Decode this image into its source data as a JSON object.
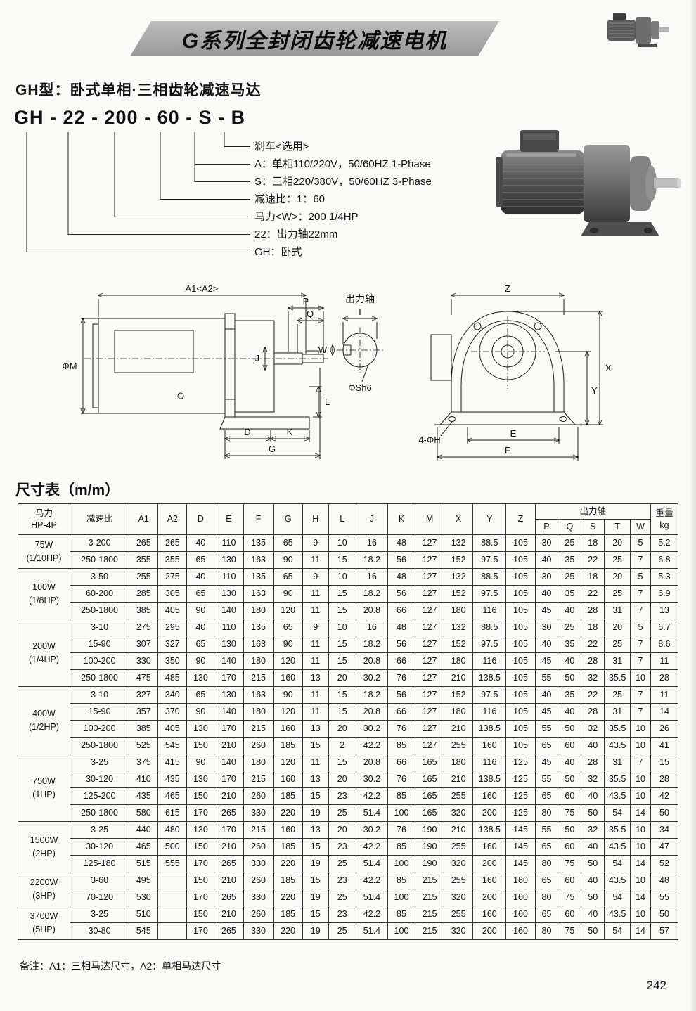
{
  "header": {
    "title": "G系列全封闭齿轮减速电机"
  },
  "intro": {
    "section_title": "GH型：卧式单相·三相齿轮减速马达",
    "model_code": "GH - 22 - 200 - 60 - S - B",
    "legend": [
      "刹车<选用>",
      "A：单相110/220V，50/60HZ 1-Phase",
      "S：三相220/380V，50/60HZ 3-Phase",
      "减速比：1：60",
      "马力<W>：200 1/4HP",
      "22：出力轴22mm",
      "GH：卧式"
    ]
  },
  "drawings": {
    "side": {
      "overall": "A1<A2>",
      "p": "P",
      "q": "Q",
      "j": "J",
      "phi_m": "ΦM",
      "l": "L",
      "d": "D",
      "k": "K",
      "g": "G"
    },
    "shaft": {
      "title": "出力轴",
      "t": "T",
      "w": "W",
      "phi": "ΦSh6"
    },
    "front": {
      "z": "Z",
      "x": "X",
      "y": "Y",
      "e": "E",
      "f": "F",
      "holes": "4-ΦH"
    }
  },
  "table": {
    "title": "尺寸表（m/m）",
    "col_headers": {
      "power_line1": "马力",
      "power_line2": "HP-4P",
      "ratio": "减速比",
      "dims": [
        "A1",
        "A2",
        "D",
        "E",
        "F",
        "G",
        "H",
        "L",
        "J",
        "K",
        "M",
        "X",
        "Y",
        "Z"
      ],
      "shaft_group": "出力轴",
      "shaft_cols": [
        "P",
        "Q",
        "S",
        "T",
        "W"
      ],
      "weight_line1": "重量",
      "weight_line2": "kg"
    },
    "groups": [
      {
        "power": "75W",
        "hp": "(1/10HP)",
        "rows": [
          {
            "ratio": "3-200",
            "cells": [
              265,
              265,
              40,
              110,
              135,
              65,
              9,
              10,
              16,
              48,
              127,
              132,
              88.5,
              105,
              30,
              25,
              18,
              20,
              5,
              5.2
            ]
          },
          {
            "ratio": "250-1800",
            "cells": [
              355,
              355,
              65,
              130,
              163,
              90,
              11,
              15,
              18.2,
              56,
              127,
              152,
              97.5,
              105,
              40,
              35,
              22,
              25,
              7,
              6.8
            ]
          }
        ]
      },
      {
        "power": "100W",
        "hp": "(1/8HP)",
        "rows": [
          {
            "ratio": "3-50",
            "cells": [
              255,
              275,
              40,
              110,
              135,
              65,
              9,
              10,
              16,
              48,
              127,
              132,
              88.5,
              105,
              30,
              25,
              18,
              20,
              5,
              5.3
            ]
          },
          {
            "ratio": "60-200",
            "cells": [
              285,
              305,
              65,
              130,
              163,
              90,
              11,
              15,
              18.2,
              56,
              127,
              152,
              97.5,
              105,
              40,
              35,
              22,
              25,
              7,
              6.9
            ]
          },
          {
            "ratio": "250-1800",
            "cells": [
              385,
              405,
              90,
              140,
              180,
              120,
              11,
              15,
              20.8,
              66,
              127,
              180,
              116,
              105,
              45,
              40,
              28,
              31,
              7,
              13
            ]
          }
        ]
      },
      {
        "power": "200W",
        "hp": "(1/4HP)",
        "rows": [
          {
            "ratio": "3-10",
            "cells": [
              275,
              295,
              40,
              110,
              135,
              65,
              9,
              10,
              16,
              48,
              127,
              132,
              88.5,
              105,
              30,
              25,
              18,
              20,
              5,
              6.7
            ]
          },
          {
            "ratio": "15-90",
            "cells": [
              307,
              327,
              65,
              130,
              163,
              90,
              11,
              15,
              18.2,
              56,
              127,
              152,
              97.5,
              105,
              40,
              35,
              22,
              25,
              7,
              8.6
            ]
          },
          {
            "ratio": "100-200",
            "cells": [
              330,
              350,
              90,
              140,
              180,
              120,
              11,
              15,
              20.8,
              66,
              127,
              180,
              116,
              105,
              45,
              40,
              28,
              31,
              7,
              11
            ]
          },
          {
            "ratio": "250-1800",
            "cells": [
              475,
              485,
              130,
              170,
              215,
              160,
              13,
              20,
              30.2,
              76,
              127,
              210,
              138.5,
              105,
              55,
              50,
              32,
              35.5,
              10,
              28
            ]
          }
        ]
      },
      {
        "power": "400W",
        "hp": "(1/2HP)",
        "rows": [
          {
            "ratio": "3-10",
            "cells": [
              327,
              340,
              65,
              130,
              163,
              90,
              11,
              15,
              18.2,
              56,
              127,
              152,
              97.5,
              105,
              40,
              35,
              22,
              25,
              7,
              11
            ]
          },
          {
            "ratio": "15-90",
            "cells": [
              357,
              370,
              90,
              140,
              180,
              120,
              11,
              15,
              20.8,
              66,
              127,
              180,
              116,
              105,
              45,
              40,
              28,
              31,
              7,
              14
            ]
          },
          {
            "ratio": "100-200",
            "cells": [
              385,
              405,
              130,
              170,
              215,
              160,
              13,
              20,
              30.2,
              76,
              127,
              210,
              138.5,
              105,
              55,
              50,
              32,
              35.5,
              10,
              26
            ]
          },
          {
            "ratio": "250-1800",
            "cells": [
              525,
              545,
              150,
              210,
              260,
              185,
              15,
              2,
              42.2,
              85,
              127,
              255,
              160,
              105,
              65,
              60,
              40,
              43.5,
              10,
              41
            ]
          }
        ]
      },
      {
        "power": "750W",
        "hp": "(1HP)",
        "rows": [
          {
            "ratio": "3-25",
            "cells": [
              375,
              415,
              90,
              140,
              180,
              120,
              11,
              15,
              20.8,
              66,
              165,
              180,
              116,
              125,
              45,
              40,
              28,
              31,
              7,
              15
            ]
          },
          {
            "ratio": "30-120",
            "cells": [
              410,
              435,
              130,
              170,
              215,
              160,
              13,
              20,
              30.2,
              76,
              165,
              210,
              138.5,
              125,
              55,
              50,
              32,
              35.5,
              10,
              28
            ]
          },
          {
            "ratio": "125-200",
            "cells": [
              435,
              465,
              150,
              210,
              260,
              185,
              15,
              23,
              42.2,
              85,
              165,
              255,
              160,
              125,
              65,
              60,
              40,
              43.5,
              10,
              42
            ]
          },
          {
            "ratio": "250-1800",
            "cells": [
              580,
              615,
              170,
              265,
              330,
              220,
              19,
              25,
              51.4,
              100,
              165,
              320,
              200,
              125,
              80,
              75,
              50,
              54,
              14,
              50
            ]
          }
        ]
      },
      {
        "power": "1500W",
        "hp": "(2HP)",
        "rows": [
          {
            "ratio": "3-25",
            "cells": [
              440,
              480,
              130,
              170,
              215,
              160,
              13,
              20,
              30.2,
              76,
              190,
              210,
              138.5,
              145,
              55,
              50,
              32,
              35.5,
              10,
              34
            ]
          },
          {
            "ratio": "30-120",
            "cells": [
              465,
              500,
              150,
              210,
              260,
              185,
              15,
              23,
              42.2,
              85,
              190,
              255,
              160,
              145,
              65,
              60,
              40,
              43.5,
              10,
              47
            ]
          },
          {
            "ratio": "125-180",
            "cells": [
              515,
              555,
              170,
              265,
              330,
              220,
              19,
              25,
              51.4,
              100,
              190,
              320,
              200,
              145,
              80,
              75,
              50,
              54,
              14,
              52
            ]
          }
        ]
      },
      {
        "power": "2200W",
        "hp": "(3HP)",
        "rows": [
          {
            "ratio": "3-60",
            "cells": [
              495,
              "",
              150,
              210,
              260,
              185,
              15,
              23,
              42.2,
              85,
              215,
              255,
              160,
              160,
              65,
              60,
              40,
              43.5,
              10,
              48
            ]
          },
          {
            "ratio": "70-120",
            "cells": [
              530,
              "",
              170,
              265,
              330,
              220,
              19,
              25,
              51.4,
              100,
              215,
              320,
              200,
              160,
              80,
              75,
              50,
              54,
              14,
              55
            ]
          }
        ]
      },
      {
        "power": "3700W",
        "hp": "(5HP)",
        "rows": [
          {
            "ratio": "3-25",
            "cells": [
              510,
              "",
              150,
              210,
              260,
              185,
              15,
              23,
              42.2,
              85,
              215,
              255,
              160,
              160,
              65,
              60,
              40,
              43.5,
              10,
              50
            ]
          },
          {
            "ratio": "30-80",
            "cells": [
              545,
              "",
              170,
              265,
              330,
              220,
              19,
              25,
              51.4,
              100,
              215,
              320,
              200,
              160,
              80,
              75,
              50,
              54,
              14,
              57
            ]
          }
        ]
      }
    ]
  },
  "footer": {
    "note": "备注：A1：三相马达尺寸，A2：单相马达尺寸",
    "page_number": "242"
  }
}
